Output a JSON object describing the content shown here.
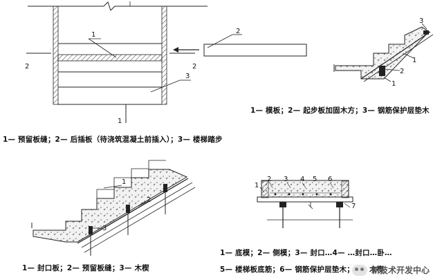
{
  "diagram_top_left": {
    "labels": {
      "l1": "1",
      "l1b": "1",
      "l2a": "2",
      "l2b": "2",
      "l3": "3",
      "l2c": "2"
    },
    "caption": "1— 预留板缝；2— 后插板（待浇筑混凝土前插入）；3— 楼梯踏步"
  },
  "diagram_top_right": {
    "labels": {
      "l1a": "1",
      "l1b": "1",
      "l2": "2",
      "l3": "3"
    },
    "caption": "1— 模板；2— 起步板加固木方；3— 钢筋保护层垫木"
  },
  "diagram_bottom_left": {
    "labels": {
      "l1": "1",
      "l2": "2",
      "l3": "3"
    },
    "caption": "1— 封口板；2— 预留板缝；3— 木楔"
  },
  "diagram_bottom_right": {
    "labels": {
      "l1": "1",
      "l2": "2",
      "l3": "3",
      "l4": "4",
      "l5": "5",
      "l6": "6",
      "l7": "7"
    },
    "caption_line1": "1— 底模；2— 侧模；3— 封口…4— …封口…卧…",
    "caption_line2": "5— 楼梯板底筋；6— 钢筋保护层垫木；7— 木楔"
  },
  "watermark": {
    "text": "新技术开发中心",
    "icon": "wechat-icon"
  }
}
